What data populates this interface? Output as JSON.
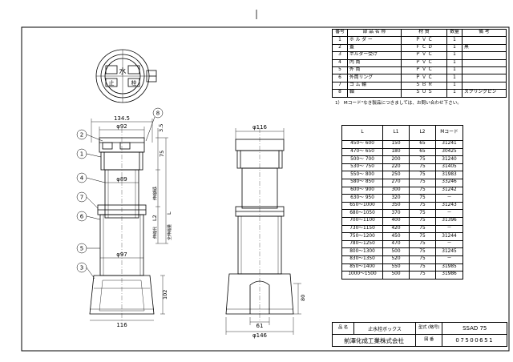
{
  "parts_table": {
    "headers": [
      "番号",
      "部 品 名 称",
      "材 質",
      "数量",
      "備 考"
    ],
    "rows": [
      [
        "1",
        "ホ ル ダ ー",
        "Ｐ Ｖ Ｃ",
        "1",
        ""
      ],
      [
        "2",
        "蓋",
        "Ｆ Ｃ Ｄ",
        "1",
        "黒"
      ],
      [
        "3",
        "ホルダー受け",
        "Ｐ Ｖ Ｃ",
        "1",
        ""
      ],
      [
        "4",
        "内 筒",
        "Ｐ Ｖ Ｃ",
        "1",
        ""
      ],
      [
        "5",
        "外 筒",
        "Ｐ Ｖ Ｃ",
        "1",
        ""
      ],
      [
        "6",
        "外筒リング",
        "Ｐ Ｖ Ｃ",
        "1",
        ""
      ],
      [
        "7",
        "ゴ ム 輪",
        "Ｓ Ｂ Ｒ",
        "1",
        ""
      ],
      [
        "8",
        "軸",
        "Ｓ Ｕ Ｓ",
        "1",
        "スプリングピン"
      ]
    ]
  },
  "note": "1） Mコード\"なき製品につきましては、お問い合わせ下さい。",
  "size_table": {
    "headers": [
      "L",
      "L1",
      "L2",
      "Mコード"
    ],
    "rows": [
      [
        "450～ 600",
        "150",
        "65",
        "31241"
      ],
      [
        "470～ 650",
        "180",
        "65",
        "30425"
      ],
      [
        "500～ 700",
        "200",
        "75",
        "31240"
      ],
      [
        "530～ 750",
        "220",
        "75",
        "31405"
      ],
      [
        "550～ 800",
        "250",
        "75",
        "31983"
      ],
      [
        "580～ 850",
        "270",
        "75",
        "33246"
      ],
      [
        "600～ 900",
        "300",
        "75",
        "31242"
      ],
      [
        "630～ 950",
        "320",
        "75",
        "－"
      ],
      [
        "650～1000",
        "350",
        "75",
        "31243"
      ],
      [
        "680～1050",
        "370",
        "75",
        "－"
      ],
      [
        "700～1100",
        "400",
        "75",
        "31396"
      ],
      [
        "730～1150",
        "420",
        "75",
        "－"
      ],
      [
        "750～1200",
        "450",
        "75",
        "31244"
      ],
      [
        "780～1250",
        "470",
        "75",
        "－"
      ],
      [
        "800～1300",
        "500",
        "75",
        "31245"
      ],
      [
        "830～1350",
        "520",
        "75",
        "－"
      ],
      [
        "850～1400",
        "550",
        "75",
        "31985"
      ],
      [
        "1000～1500",
        "500",
        "75",
        "31986"
      ]
    ]
  },
  "title_block": {
    "name_label": "品 名",
    "name_value": "止水栓ボックス",
    "model_label": "型式 (略号)",
    "model_value": "SSAD 75",
    "company": "前澤化成工業株式会社",
    "drawing_no_label": "図 番",
    "drawing_no": "07500651"
  },
  "dims": {
    "d134_5": "134.5",
    "d92": "φ92",
    "d3_5": "3.5",
    "d75": "75",
    "d89": "φ89",
    "l1": "L1",
    "l1_note": "伸縮代",
    "l2": "L2",
    "l2_note": "伸縮代",
    "l": "L",
    "l_note": "全伸縮量",
    "d97": "φ97",
    "d102": "102",
    "d116": "116",
    "d116_top": "φ116",
    "d80": "80",
    "d61": "61",
    "d146": "φ146"
  },
  "callouts": [
    "1",
    "2",
    "3",
    "4",
    "5",
    "6",
    "7",
    "8"
  ],
  "lid_marks": {
    "water": "水",
    "stop": "止",
    "valve": "栓"
  }
}
